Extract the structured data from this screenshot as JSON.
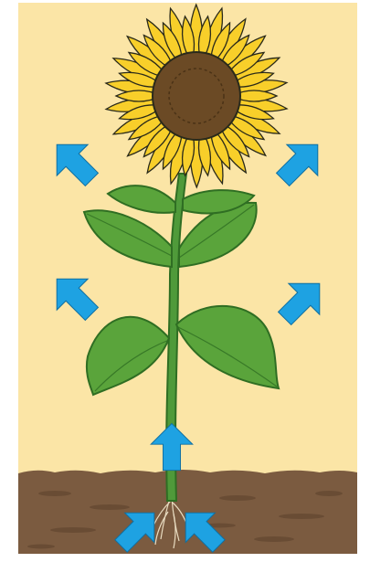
{
  "colors": {
    "background": "#ffffff",
    "sky": "#fbe5a6",
    "soil": "#7b5b40",
    "soil_dark": "#5b402b",
    "stem": "#4f9a3a",
    "leaf": "#5aa43b",
    "leaf_dark": "#2f6e23",
    "petal": "#f8cf2a",
    "petal_outline": "#2a2a1a",
    "center": "#6b4a25",
    "arrow": "#1ea2e2",
    "root": "#e9dcc1"
  },
  "arrows": [
    {
      "name": "arrow-out-upper-left",
      "direction": "up-left"
    },
    {
      "name": "arrow-out-upper-right",
      "direction": "up-right"
    },
    {
      "name": "arrow-out-middle-left",
      "direction": "up-left"
    },
    {
      "name": "arrow-out-middle-right",
      "direction": "up-right"
    },
    {
      "name": "arrow-stem-up",
      "direction": "up"
    },
    {
      "name": "arrow-root-in-left",
      "direction": "up-right"
    },
    {
      "name": "arrow-root-in-right",
      "direction": "up-left"
    }
  ]
}
